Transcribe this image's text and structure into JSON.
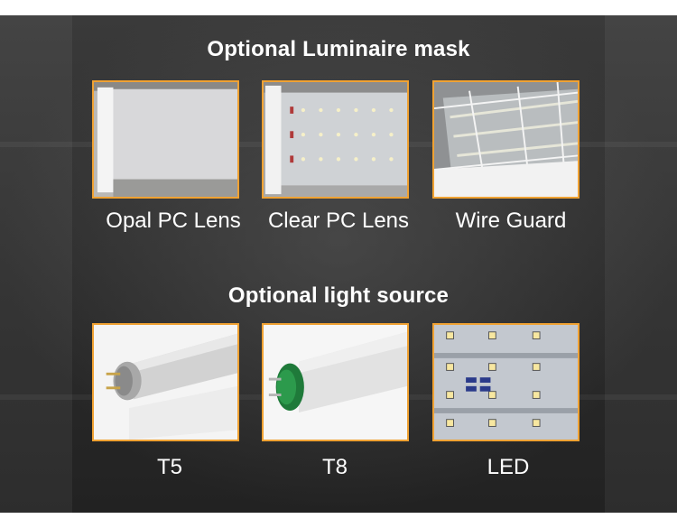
{
  "sections": [
    {
      "title": "Optional Luminaire mask",
      "items": [
        {
          "label": "Opal PC Lens",
          "icon": "opal-lens-image"
        },
        {
          "label": "Clear PC Lens",
          "icon": "clear-lens-image"
        },
        {
          "label": "Wire Guard",
          "icon": "wire-guard-image"
        }
      ]
    },
    {
      "title": "Optional light source",
      "items": [
        {
          "label": "T5",
          "icon": "t5-tube-image"
        },
        {
          "label": "T8",
          "icon": "t8-tube-image"
        },
        {
          "label": "LED",
          "icon": "led-board-image"
        }
      ]
    }
  ],
  "colors": {
    "accent_border": "#f0a233",
    "text": "#ffffff",
    "background": "#2e2e2e"
  }
}
